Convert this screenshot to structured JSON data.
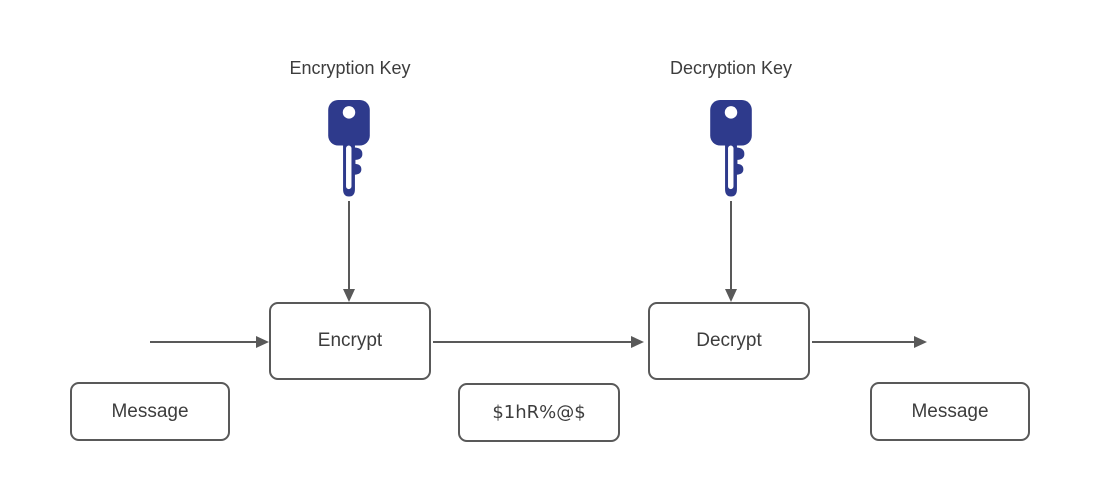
{
  "diagram": {
    "type": "encryption-flow",
    "labels": {
      "encryption_key": "Encryption Key",
      "decryption_key": "Decryption Key"
    },
    "nodes": {
      "encrypt": "Encrypt",
      "decrypt": "Decrypt",
      "message_in": "Message",
      "ciphertext": "$1hR%@$",
      "message_out": "Message"
    },
    "icons": {
      "encryption_key": "key-icon",
      "decryption_key": "key-icon"
    },
    "colors": {
      "key_fill": "#2e3a8c",
      "stroke": "#595959",
      "text": "#3d3d3d",
      "background": "#ffffff"
    }
  }
}
